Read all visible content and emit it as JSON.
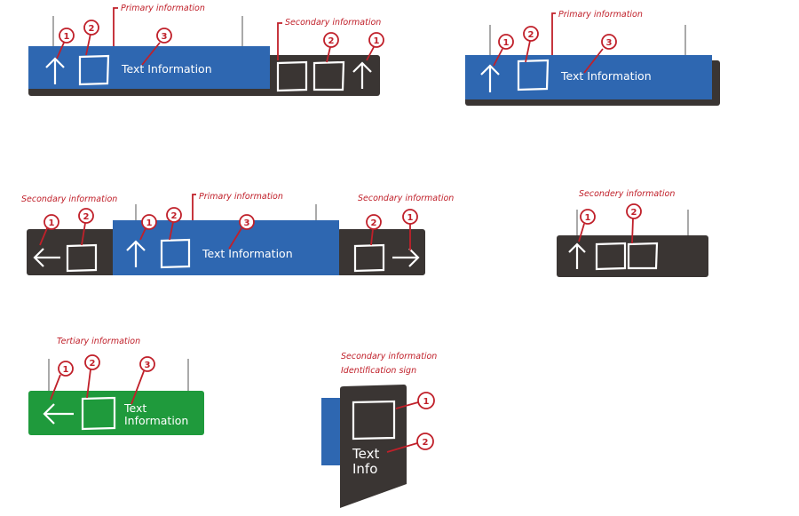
{
  "colors": {
    "primary": "#2e67b1",
    "secondary": "#3a3533",
    "tertiary": "#1f9a3c",
    "annotation": "#c0202a"
  },
  "labels": {
    "primary": "Primary information",
    "secondary": "Secondary information",
    "secondary_typo": "Secondery information",
    "tertiary": "Tertiary information",
    "identification": "Identification sign"
  },
  "sign_text": {
    "full": "Text Information",
    "text": "Text",
    "information": "Information",
    "info": "Info"
  },
  "callouts": {
    "one": "1",
    "two": "2",
    "three": "3"
  }
}
